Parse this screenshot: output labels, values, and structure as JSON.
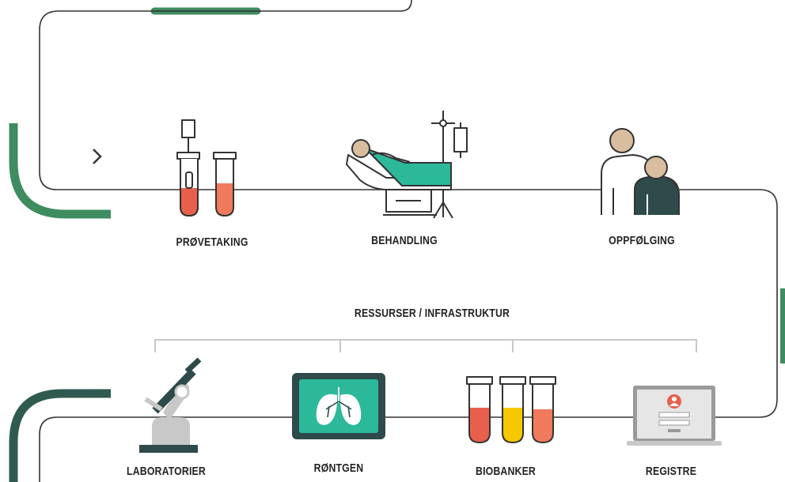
{
  "stages": [
    {
      "label": "PRØVETAKING",
      "icon": "sample-tubes-icon"
    },
    {
      "label": "BEHANDLING",
      "icon": "patient-bed-iv-icon"
    },
    {
      "label": "OPPFØLGING",
      "icon": "caregiver-patient-icon"
    }
  ],
  "resources": {
    "title": "RESSURSER / INFRASTRUKTUR",
    "items": [
      {
        "label": "LABORATORIER",
        "icon": "microscope-icon"
      },
      {
        "label": "RØNTGEN",
        "icon": "lung-xray-icon"
      },
      {
        "label": "BIOBANKER",
        "icon": "biobank-tubes-icon"
      },
      {
        "label": "REGISTRE",
        "icon": "registry-laptop-icon"
      }
    ]
  },
  "colors": {
    "line": "#333333",
    "accent_green": "#3e8c5f",
    "dark_teal": "#2f5a4f",
    "teal_bed": "#2bb99a",
    "tube_red": "#e8604c",
    "tube_orange": "#f07a5c",
    "tube_yellow": "#f5c800",
    "skin": "#d9bd9f",
    "screen_dark": "#2e4a4a",
    "grey": "#c8c8c8"
  }
}
